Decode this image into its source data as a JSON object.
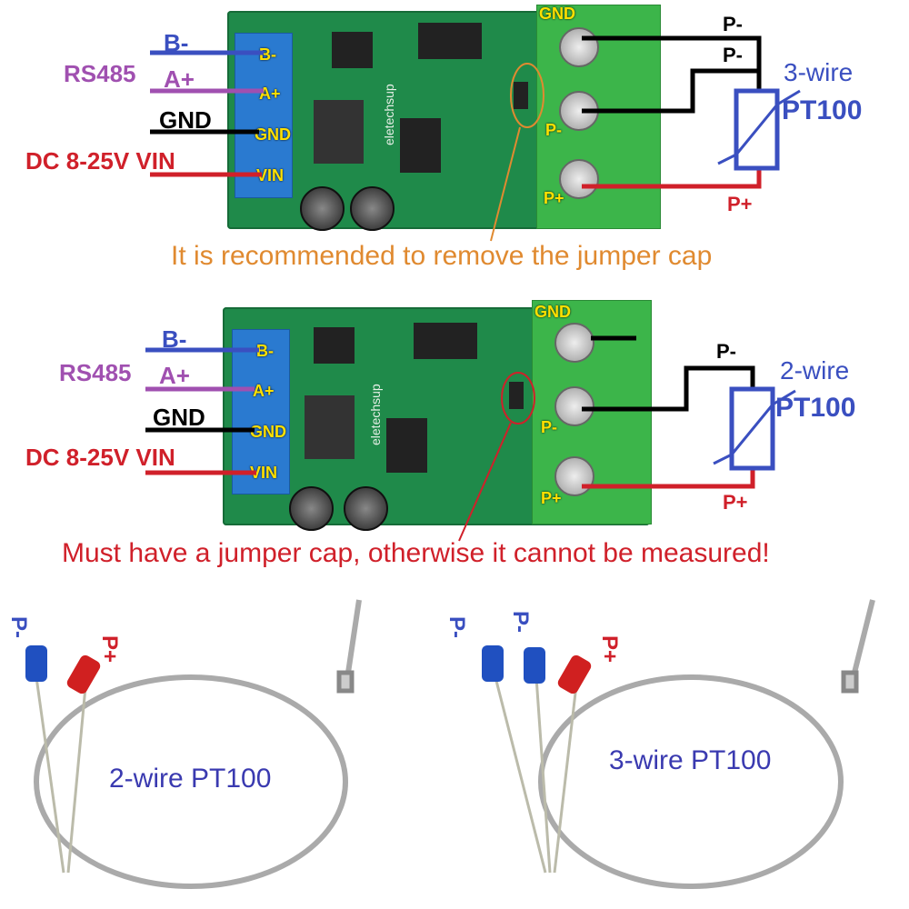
{
  "diagram1": {
    "left_labels": {
      "b_minus": "B-",
      "rs485": "RS485",
      "a_plus": "A+",
      "gnd": "GND",
      "power": "DC 8-25V VIN"
    },
    "board_terminals": {
      "b_minus": "B-",
      "a_plus": "A+",
      "gnd": "GND",
      "vin": "VIN"
    },
    "sensor_terminals": {
      "gnd": "GND",
      "p_minus": "P-",
      "p_plus": "P+"
    },
    "board_brand": "eletechsup",
    "right_labels": {
      "p_minus_1": "P-",
      "p_minus_2": "P-",
      "p_plus": "P+",
      "wire_type": "3-wire",
      "sensor": "PT100"
    },
    "note": "It is recommended to remove the jumper cap",
    "note_color": "#e08a30"
  },
  "diagram2": {
    "left_labels": {
      "b_minus": "B-",
      "rs485": "RS485",
      "a_plus": "A+",
      "gnd": "GND",
      "power": "DC 8-25V VIN"
    },
    "board_terminals": {
      "b_minus": "B-",
      "a_plus": "A+",
      "gnd": "GND",
      "vin": "VIN"
    },
    "sensor_terminals": {
      "gnd": "GND",
      "p_minus": "P-",
      "p_plus": "P+"
    },
    "board_brand": "eletechsup",
    "right_labels": {
      "p_minus": "P-",
      "p_plus": "P+",
      "wire_type": "2-wire",
      "sensor": "PT100"
    },
    "note": "Must have a jumper cap, otherwise it cannot be measured!",
    "note_color": "#d0202a"
  },
  "probe_2wire": {
    "leads": {
      "p_minus": "P-",
      "p_plus": "P+"
    },
    "caption": "2-wire PT100"
  },
  "probe_3wire": {
    "leads": {
      "p_minus_1": "P-",
      "p_minus_2": "P-",
      "p_plus": "P+"
    },
    "caption": "3-wire PT100"
  }
}
